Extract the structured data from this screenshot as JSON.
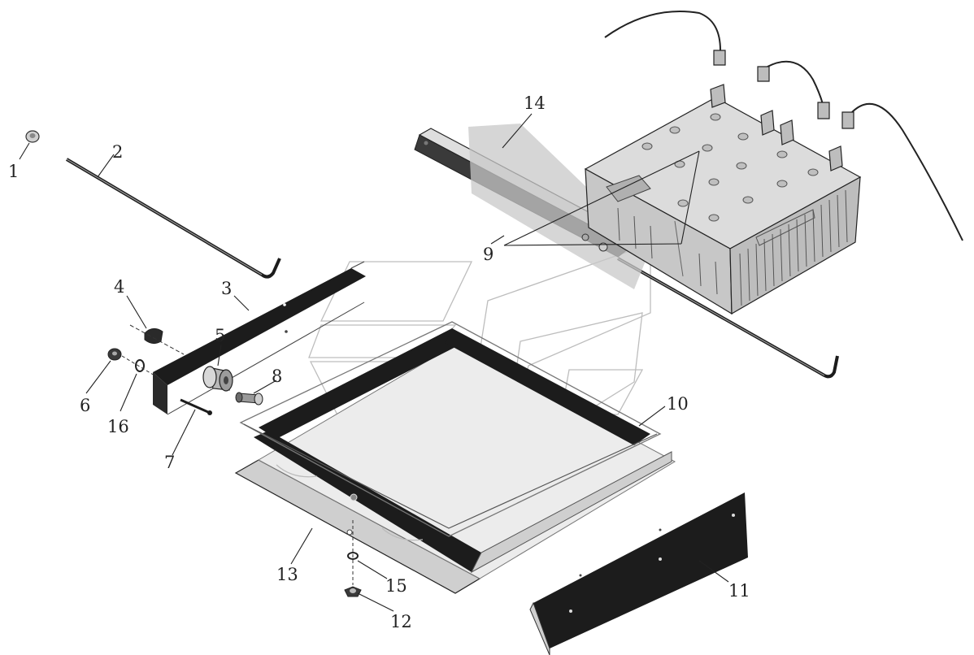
{
  "callouts": [
    {
      "id": "c1",
      "label": "1"
    },
    {
      "id": "c2",
      "label": "2"
    },
    {
      "id": "c3",
      "label": "3"
    },
    {
      "id": "c4",
      "label": "4"
    },
    {
      "id": "c5",
      "label": "5"
    },
    {
      "id": "c6",
      "label": "6"
    },
    {
      "id": "c7",
      "label": "7"
    },
    {
      "id": "c8",
      "label": "8"
    },
    {
      "id": "c9",
      "label": "9"
    },
    {
      "id": "c10",
      "label": "10"
    },
    {
      "id": "c11",
      "label": "11"
    },
    {
      "id": "c12",
      "label": "12"
    },
    {
      "id": "c13",
      "label": "13"
    },
    {
      "id": "c14",
      "label": "14"
    },
    {
      "id": "c15",
      "label": "15"
    },
    {
      "id": "c16",
      "label": "16"
    }
  ],
  "colors": {
    "line": "#222222",
    "part_dark": "#1c1c1c",
    "part_light": "#d6d6d6",
    "battery_body": "#c9c9c9",
    "battery_top": "#dcdcdc",
    "background": "#ffffff"
  }
}
